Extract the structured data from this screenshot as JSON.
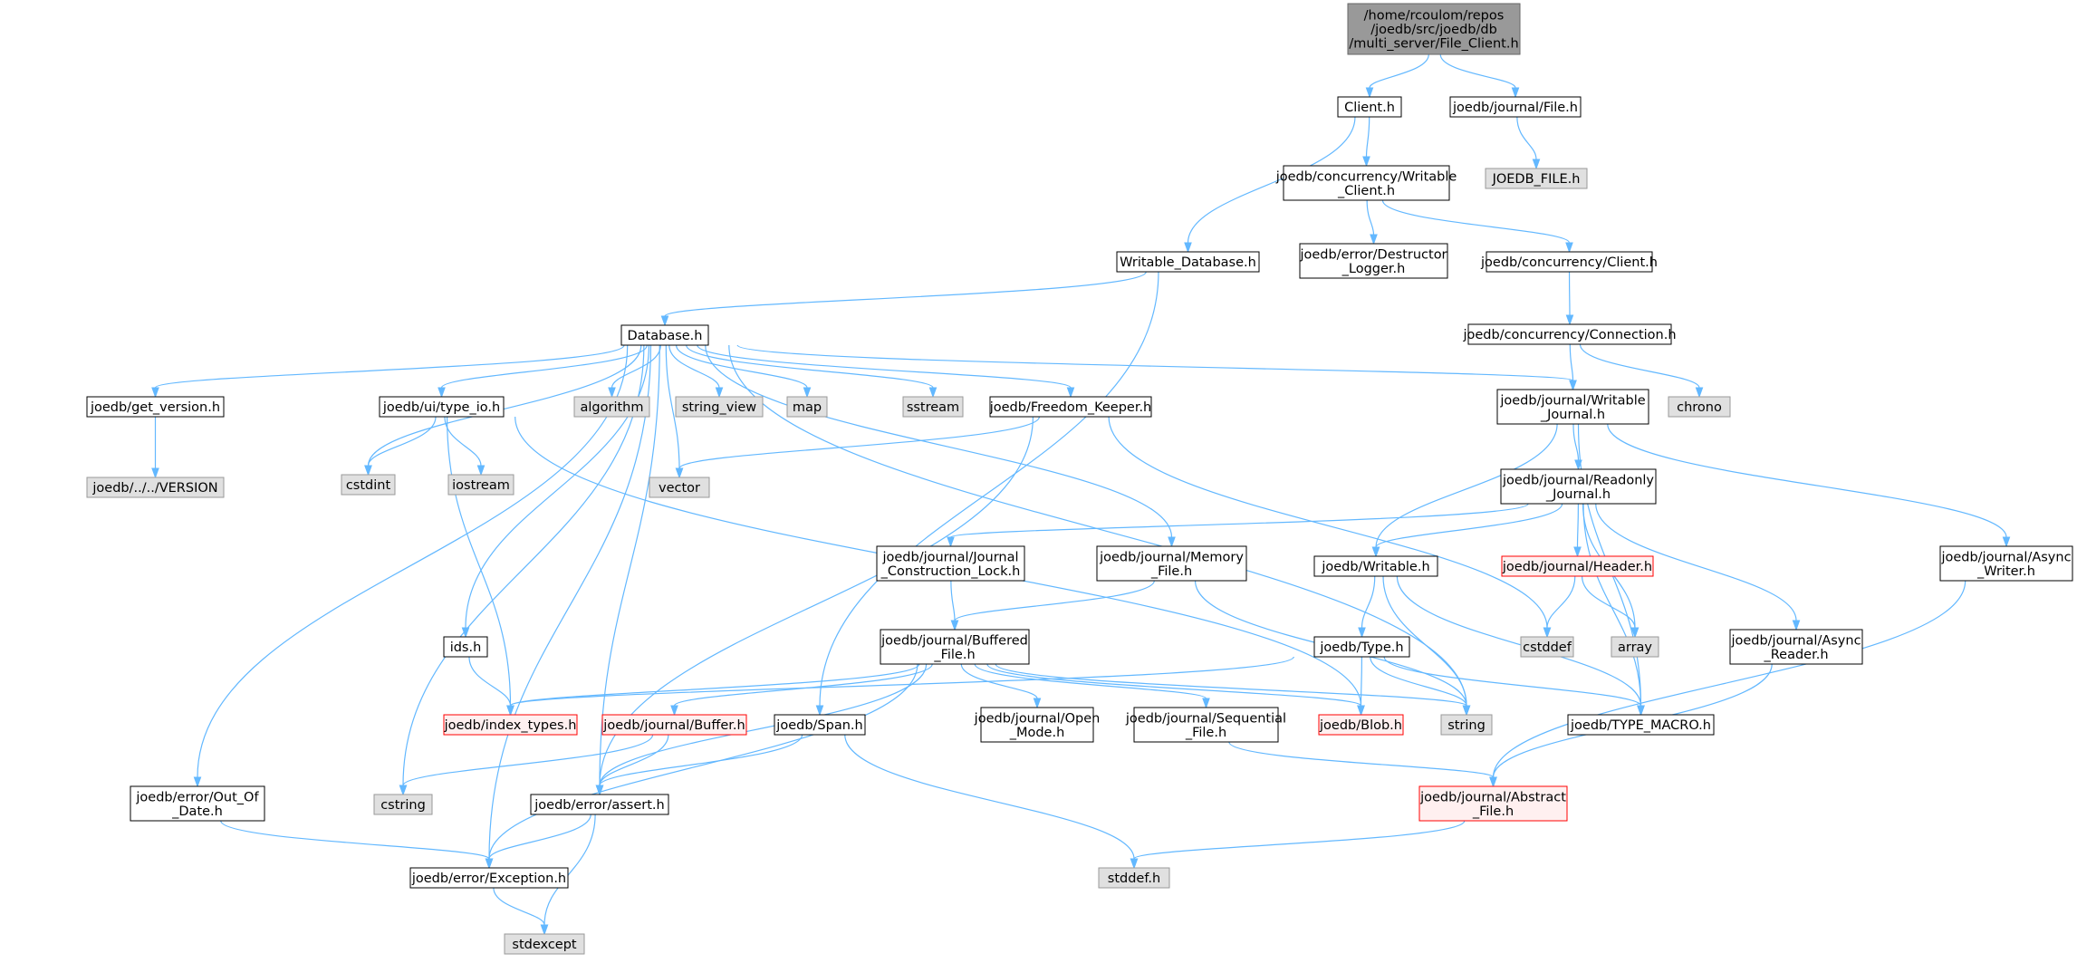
{
  "colors": {
    "edge": "#63b8ff",
    "focus_fill": "#999999",
    "focus_stroke": "#666666",
    "normal_fill": "#ffffff",
    "normal_stroke": "#000000",
    "system_fill": "#e0e0e0",
    "system_stroke": "#999999",
    "truncated_fill": "#fff0f0",
    "truncated_stroke": "#ff0000"
  },
  "nodes": [
    {
      "id": "file_client",
      "kind": "focus",
      "lines": [
        "/home/rcoulom/repos",
        "/joedb/src/joedb/db",
        "/multi_server/File_Client.h"
      ]
    },
    {
      "id": "client",
      "kind": "normal",
      "lines": [
        "Client.h"
      ]
    },
    {
      "id": "journal_file",
      "kind": "normal",
      "lines": [
        "joedb/journal/File.h"
      ]
    },
    {
      "id": "joedb_file",
      "kind": "system",
      "lines": [
        "JOEDB_FILE.h"
      ]
    },
    {
      "id": "writable_client",
      "kind": "normal",
      "lines": [
        "joedb/concurrency/Writable",
        "_Client.h"
      ]
    },
    {
      "id": "writable_database",
      "kind": "normal",
      "lines": [
        "Writable_Database.h"
      ]
    },
    {
      "id": "destructor_logger",
      "kind": "normal",
      "lines": [
        "joedb/error/Destructor",
        "_Logger.h"
      ]
    },
    {
      "id": "concurrency_client",
      "kind": "normal",
      "lines": [
        "joedb/concurrency/Client.h"
      ]
    },
    {
      "id": "database",
      "kind": "normal",
      "lines": [
        "Database.h"
      ]
    },
    {
      "id": "connection",
      "kind": "normal",
      "lines": [
        "joedb/concurrency/Connection.h"
      ]
    },
    {
      "id": "get_version",
      "kind": "normal",
      "lines": [
        "joedb/get_version.h"
      ]
    },
    {
      "id": "type_io",
      "kind": "normal",
      "lines": [
        "joedb/ui/type_io.h"
      ]
    },
    {
      "id": "algorithm",
      "kind": "system",
      "lines": [
        "algorithm"
      ]
    },
    {
      "id": "string_view",
      "kind": "system",
      "lines": [
        "string_view"
      ]
    },
    {
      "id": "map",
      "kind": "system",
      "lines": [
        "map"
      ]
    },
    {
      "id": "sstream",
      "kind": "system",
      "lines": [
        "sstream"
      ]
    },
    {
      "id": "freedom_keeper",
      "kind": "normal",
      "lines": [
        "joedb/Freedom_Keeper.h"
      ]
    },
    {
      "id": "chrono",
      "kind": "system",
      "lines": [
        "chrono"
      ]
    },
    {
      "id": "writable_journal",
      "kind": "normal",
      "lines": [
        "joedb/journal/Writable",
        "_Journal.h"
      ]
    },
    {
      "id": "version",
      "kind": "system",
      "lines": [
        "joedb/../../VERSION"
      ]
    },
    {
      "id": "cstdint",
      "kind": "system",
      "lines": [
        "cstdint"
      ]
    },
    {
      "id": "iostream",
      "kind": "system",
      "lines": [
        "iostream"
      ]
    },
    {
      "id": "vector",
      "kind": "system",
      "lines": [
        "vector"
      ]
    },
    {
      "id": "readonly_journal",
      "kind": "normal",
      "lines": [
        "joedb/journal/Readonly",
        "_Journal.h"
      ]
    },
    {
      "id": "construction_lock",
      "kind": "normal",
      "lines": [
        "joedb/journal/Journal",
        "_Construction_Lock.h"
      ]
    },
    {
      "id": "memory_file",
      "kind": "normal",
      "lines": [
        "joedb/journal/Memory",
        "_File.h"
      ]
    },
    {
      "id": "writable",
      "kind": "normal",
      "lines": [
        "joedb/Writable.h"
      ]
    },
    {
      "id": "header",
      "kind": "truncated",
      "lines": [
        "joedb/journal/Header.h"
      ]
    },
    {
      "id": "async_writer",
      "kind": "normal",
      "lines": [
        "joedb/journal/Async",
        "_Writer.h"
      ]
    },
    {
      "id": "ids",
      "kind": "normal",
      "lines": [
        "ids.h"
      ]
    },
    {
      "id": "buffered_file",
      "kind": "normal",
      "lines": [
        "joedb/journal/Buffered",
        "_File.h"
      ]
    },
    {
      "id": "type",
      "kind": "normal",
      "lines": [
        "joedb/Type.h"
      ]
    },
    {
      "id": "cstddef",
      "kind": "system",
      "lines": [
        "cstddef"
      ]
    },
    {
      "id": "array",
      "kind": "system",
      "lines": [
        "array"
      ]
    },
    {
      "id": "async_reader",
      "kind": "normal",
      "lines": [
        "joedb/journal/Async",
        "_Reader.h"
      ]
    },
    {
      "id": "index_types",
      "kind": "truncated",
      "lines": [
        "joedb/index_types.h"
      ]
    },
    {
      "id": "buffer",
      "kind": "truncated",
      "lines": [
        "joedb/journal/Buffer.h"
      ]
    },
    {
      "id": "span",
      "kind": "normal",
      "lines": [
        "joedb/Span.h"
      ]
    },
    {
      "id": "open_mode",
      "kind": "normal",
      "lines": [
        "joedb/journal/Open",
        "_Mode.h"
      ]
    },
    {
      "id": "sequential_file",
      "kind": "normal",
      "lines": [
        "joedb/journal/Sequential",
        "_File.h"
      ]
    },
    {
      "id": "blob",
      "kind": "truncated",
      "lines": [
        "joedb/Blob.h"
      ]
    },
    {
      "id": "string",
      "kind": "system",
      "lines": [
        "string"
      ]
    },
    {
      "id": "type_macro",
      "kind": "normal",
      "lines": [
        "joedb/TYPE_MACRO.h"
      ]
    },
    {
      "id": "out_of_date",
      "kind": "normal",
      "lines": [
        "joedb/error/Out_Of",
        "_Date.h"
      ]
    },
    {
      "id": "cstring",
      "kind": "system",
      "lines": [
        "cstring"
      ]
    },
    {
      "id": "assert",
      "kind": "normal",
      "lines": [
        "joedb/error/assert.h"
      ]
    },
    {
      "id": "abstract_file",
      "kind": "truncated",
      "lines": [
        "joedb/journal/Abstract",
        "_File.h"
      ]
    },
    {
      "id": "exception",
      "kind": "normal",
      "lines": [
        "joedb/error/Exception.h"
      ]
    },
    {
      "id": "stddef",
      "kind": "system",
      "lines": [
        "stddef.h"
      ]
    },
    {
      "id": "stdexcept",
      "kind": "system",
      "lines": [
        "stdexcept"
      ]
    }
  ],
  "edges": [
    [
      "file_client",
      "client"
    ],
    [
      "file_client",
      "journal_file"
    ],
    [
      "journal_file",
      "joedb_file"
    ],
    [
      "client",
      "writable_client"
    ],
    [
      "client",
      "writable_database"
    ],
    [
      "writable_client",
      "destructor_logger"
    ],
    [
      "writable_client",
      "concurrency_client"
    ],
    [
      "concurrency_client",
      "connection"
    ],
    [
      "connection",
      "writable_journal"
    ],
    [
      "connection",
      "chrono"
    ],
    [
      "writable_database",
      "database"
    ],
    [
      "writable_database",
      "span"
    ],
    [
      "database",
      "get_version"
    ],
    [
      "database",
      "type_io"
    ],
    [
      "database",
      "algorithm"
    ],
    [
      "database",
      "string_view"
    ],
    [
      "database",
      "map"
    ],
    [
      "database",
      "sstream"
    ],
    [
      "database",
      "freedom_keeper"
    ],
    [
      "database",
      "writable_journal"
    ],
    [
      "database",
      "cstdint"
    ],
    [
      "database",
      "vector"
    ],
    [
      "database",
      "ids"
    ],
    [
      "database",
      "memory_file"
    ],
    [
      "database",
      "string"
    ],
    [
      "database",
      "cstring"
    ],
    [
      "database",
      "assert"
    ],
    [
      "database",
      "out_of_date"
    ],
    [
      "database",
      "exception"
    ],
    [
      "get_version",
      "version"
    ],
    [
      "type_io",
      "cstdint"
    ],
    [
      "type_io",
      "iostream"
    ],
    [
      "type_io",
      "index_types"
    ],
    [
      "type_io",
      "blob"
    ],
    [
      "freedom_keeper",
      "vector"
    ],
    [
      "freedom_keeper",
      "assert"
    ],
    [
      "freedom_keeper",
      "cstddef"
    ],
    [
      "writable_journal",
      "readonly_journal"
    ],
    [
      "writable_journal",
      "writable"
    ],
    [
      "writable_journal",
      "async_writer"
    ],
    [
      "writable_journal",
      "type_macro"
    ],
    [
      "readonly_journal",
      "construction_lock"
    ],
    [
      "readonly_journal",
      "writable"
    ],
    [
      "readonly_journal",
      "header"
    ],
    [
      "readonly_journal",
      "array"
    ],
    [
      "readonly_journal",
      "async_reader"
    ],
    [
      "readonly_journal",
      "type_macro"
    ],
    [
      "construction_lock",
      "buffered_file"
    ],
    [
      "memory_file",
      "buffered_file"
    ],
    [
      "memory_file",
      "string"
    ],
    [
      "writable",
      "type"
    ],
    [
      "writable",
      "string"
    ],
    [
      "writable",
      "type_macro"
    ],
    [
      "header",
      "cstddef"
    ],
    [
      "header",
      "array"
    ],
    [
      "async_writer",
      "abstract_file"
    ],
    [
      "async_reader",
      "abstract_file"
    ],
    [
      "ids",
      "index_types"
    ],
    [
      "buffered_file",
      "index_types"
    ],
    [
      "buffered_file",
      "buffer"
    ],
    [
      "buffered_file",
      "open_mode"
    ],
    [
      "buffered_file",
      "sequential_file"
    ],
    [
      "buffered_file",
      "blob"
    ],
    [
      "buffered_file",
      "string"
    ],
    [
      "buffered_file",
      "assert"
    ],
    [
      "buffered_file",
      "exception"
    ],
    [
      "type",
      "index_types"
    ],
    [
      "type",
      "blob"
    ],
    [
      "type",
      "string"
    ],
    [
      "type",
      "type_macro"
    ],
    [
      "buffer",
      "cstring"
    ],
    [
      "buffer",
      "assert"
    ],
    [
      "span",
      "assert"
    ],
    [
      "span",
      "stddef"
    ],
    [
      "sequential_file",
      "abstract_file"
    ],
    [
      "abstract_file",
      "stddef"
    ],
    [
      "out_of_date",
      "exception"
    ],
    [
      "assert",
      "exception"
    ],
    [
      "assert",
      "stdexcept"
    ],
    [
      "exception",
      "stdexcept"
    ]
  ]
}
